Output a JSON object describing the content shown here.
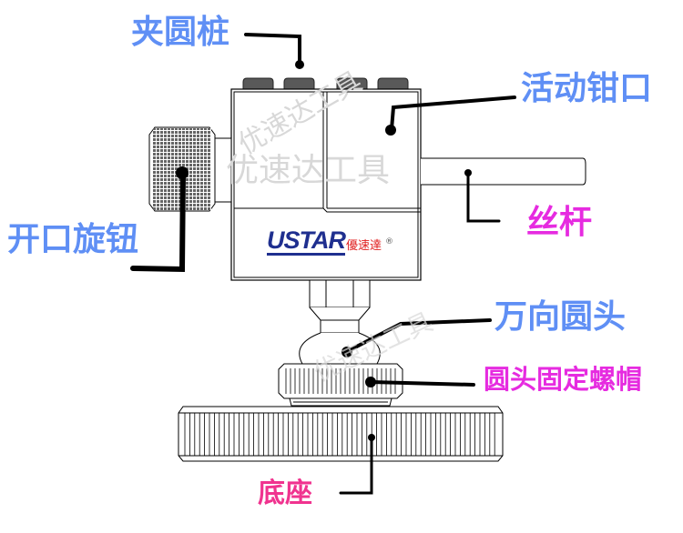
{
  "title": "万向台钳结构示意图",
  "colors": {
    "label_blue": "#5f8ff5",
    "label_magenta": "#e62be0",
    "label_pink": "#f0338f",
    "leader_line": "#000000",
    "clamp_pin": "#595959",
    "logo_blue": "#1f2f8f",
    "logo_red": "#e02020",
    "watermark": "#d8d8d8"
  },
  "labels": {
    "clamp_pins": "夹圆桩",
    "movable_jaw": "活动钳口",
    "opening_knob": "开口旋钮",
    "lead_screw": "丝杆",
    "universal_ball_head": "万向圆头",
    "ball_head_lock_nut": "圆头固定螺帽",
    "base": "底座"
  },
  "logo": {
    "brand": "USTAR",
    "chinese": "優速達",
    "registered": "®"
  },
  "watermark": {
    "text": "优速达工具"
  }
}
